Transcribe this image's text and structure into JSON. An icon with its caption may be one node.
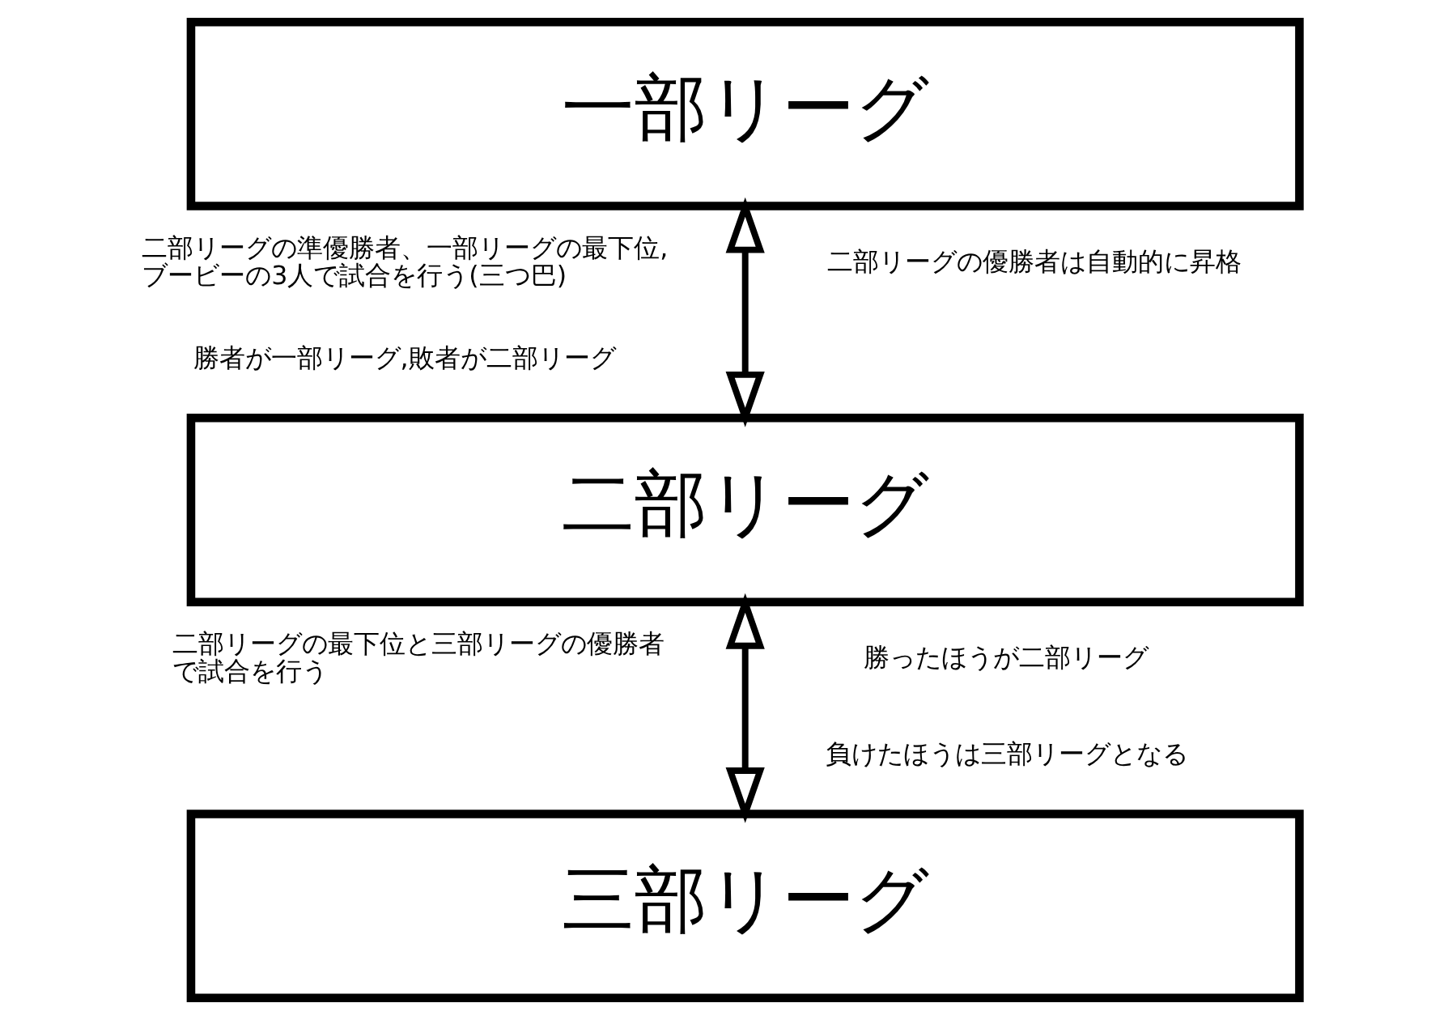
{
  "diagram": {
    "nodes": [
      {
        "text": [
          "一部リーグ"
        ]
      },
      {
        "text": [
          "二部リーグ"
        ]
      },
      {
        "text": [
          "三部リーグ"
        ]
      }
    ],
    "edges": [
      {
        "from": 0,
        "to": 1,
        "arrow": "both"
      },
      {
        "from": 1,
        "to": 2,
        "arrow": "both"
      }
    ],
    "labels": [
      "二部リーグの準優勝者、一部リーグの最下位,ブービーの3人で試合を行う(三つ巴)",
      "勝者が一部リーグ,敗者が二部リーグ",
      "二部リーグの優勝者は自動的に昇格",
      "二部リーグの最下位と三部リーグの優勝者で試合を行う",
      "勝ったほうが二部リーグ",
      "負けたほうは三部リーグとなる"
    ]
  }
}
